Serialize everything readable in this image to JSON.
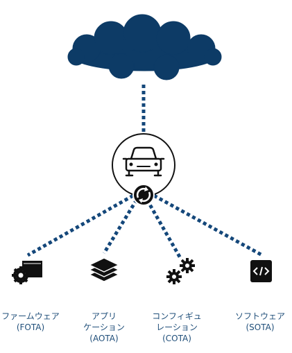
{
  "colors": {
    "accent": "#0d3b66",
    "link": "#14477a",
    "label": "#1f4e79",
    "icon": "#111111"
  },
  "icons": {
    "cloud": "cloud-icon",
    "car": "car-icon",
    "update": "update-icon",
    "endpoints": [
      "firmware-icon",
      "application-layers-icon",
      "gears-icon",
      "code-icon"
    ]
  },
  "labels": [
    {
      "line1": "ファームウェア",
      "line2": "(FOTA)",
      "line3": ""
    },
    {
      "line1": "アプリ",
      "line2": "ケーション",
      "line3": "(AOTA)"
    },
    {
      "line1": "コンフィギュ",
      "line2": "レーション",
      "line3": "(COTA)"
    },
    {
      "line1": "ソフトウェア",
      "line2": "(SOTA)",
      "line3": ""
    }
  ]
}
